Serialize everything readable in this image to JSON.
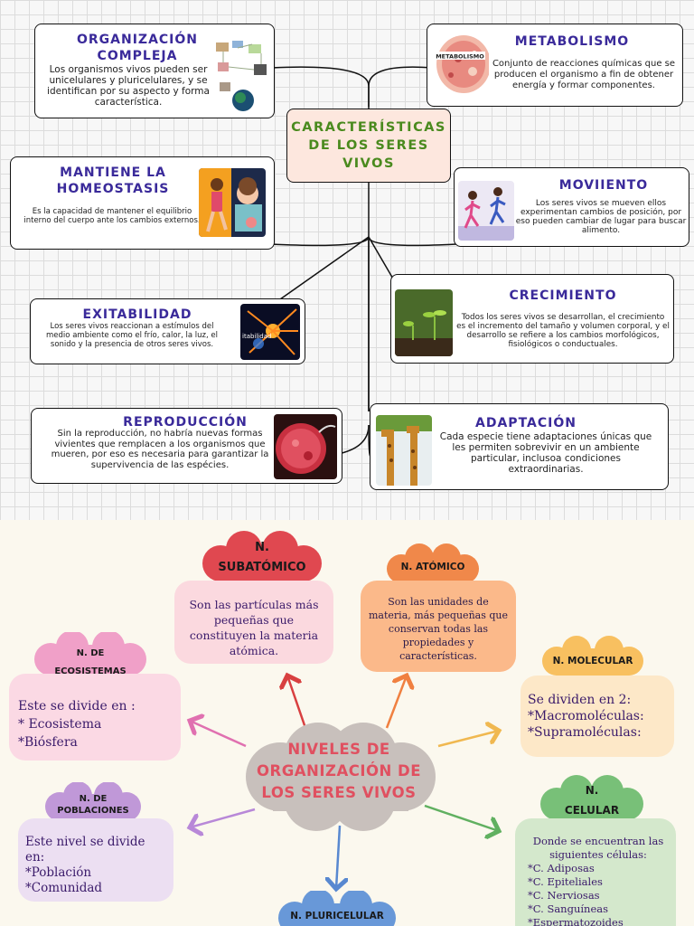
{
  "concept_map": {
    "center": "CARACTERÍSTICAS DE LOS SERES VIVOS",
    "organizacion": {
      "title": "ORGANIZACIÓN COMPLEJA",
      "text": "Los organismos vivos pueden ser unicelulares y pluricelulares, y se identifican por su aspecto y forma característica."
    },
    "metabolismo": {
      "title": "METABOLISMO",
      "text": "Conjunto de reacciones químicas que se producen el organismo a fin de obtener energía y formar componentes.",
      "image_label": "METABOLISMO"
    },
    "homeostasis": {
      "title": "MANTIENE LA HOMEOSTASIS",
      "text": "Es la capacidad de mantener el equilibrio interno del cuerpo ante los cambios externos."
    },
    "movimiento": {
      "title": "MOVIIENTO",
      "text": "Los seres vivos se mueven ellos experimentan cambios de posición, por eso pueden cambiar de lugar para buscar alimento."
    },
    "excitabilidad": {
      "title": "EXITABILIDAD",
      "text": "Los seres vivos reaccionan a estímulos del medio ambiente como el frío, calor, la luz, el sonido y la presencia de otros seres vivos.",
      "image_label": "itabilidad"
    },
    "crecimiento": {
      "title": "CRECIMIENTO",
      "text": "Todos los seres vivos se desarrollan, el crecimiento es el incremento del tamaño y volumen corporal, y el desarrollo se refiere a los cambios morfológicos, fisiológicos o conductuales."
    },
    "reproduccion": {
      "title": "REPRODUCCIÓN",
      "text": "Sin la reproducción, no habría nuevas formas vivientes que remplacen a los organismos que mueren, por eso es necesaria para garantizar la supervivencia de las espécies."
    },
    "adaptacion": {
      "title": "ADAPTACIÓN",
      "text": "Cada especie tiene adaptaciones únicas que les permiten sobrevivir en un ambiente particular, inclusoa condiciones extraordinarias."
    }
  },
  "levels_map": {
    "center": "NIVELES DE ORGANIZACIÓN DE LOS SERES VIVOS",
    "subatomico": {
      "title_line1": "N.",
      "title_line2": "SUBATÓMICO",
      "text": "Son las partículas más pequeñas que constituyen la materia atómica."
    },
    "atomico": {
      "title": "N. ATÓMICO",
      "text": "Son las unidades de materia, más pequeñas que conservan todas las propiedades y características."
    },
    "ecosistemas": {
      "title_line1": "N. DE",
      "title_line2": "ECOSISTEMAS",
      "text_lines": [
        "Este se divide en :",
        "* Ecosistema",
        "*Biósfera"
      ]
    },
    "molecular": {
      "title": "N. MOLECULAR",
      "text_lines": [
        "Se dividen en 2:",
        "*Macromoléculas:",
        "*Supramoléculas:"
      ]
    },
    "poblaciones": {
      "title_line1": "N. DE",
      "title_line2": "POBLACIONES",
      "text_lines": [
        "Este nivel se divide en:",
        "*Población",
        "*Comunidad"
      ]
    },
    "celular": {
      "title_line1": "N.",
      "title_line2": "CELULAR",
      "text_intro": "Donde se encuentran las siguientes células:",
      "items": [
        "*C. Adiposas",
        "*C. Epiteliales",
        "*C. Nerviosas",
        "*C. Sanguíneas",
        "*Espermatozoides"
      ]
    },
    "pluricelular": {
      "title": "N. PLURICELULAR"
    }
  },
  "colors": {
    "title_blue": "#3a2a9a",
    "center_green": "#4a8a1e",
    "center_bg": "#fde7de",
    "cloud_red": "#e04850",
    "cloud_orange": "#f0884a",
    "cloud_pink": "#f0a0c8",
    "cloud_yellow": "#f8c060",
    "cloud_purple": "#c098d8",
    "cloud_green": "#78c078",
    "cloud_blue": "#6898d8",
    "center_cloud": "#c8c0bc",
    "center_text": "#e05060"
  }
}
